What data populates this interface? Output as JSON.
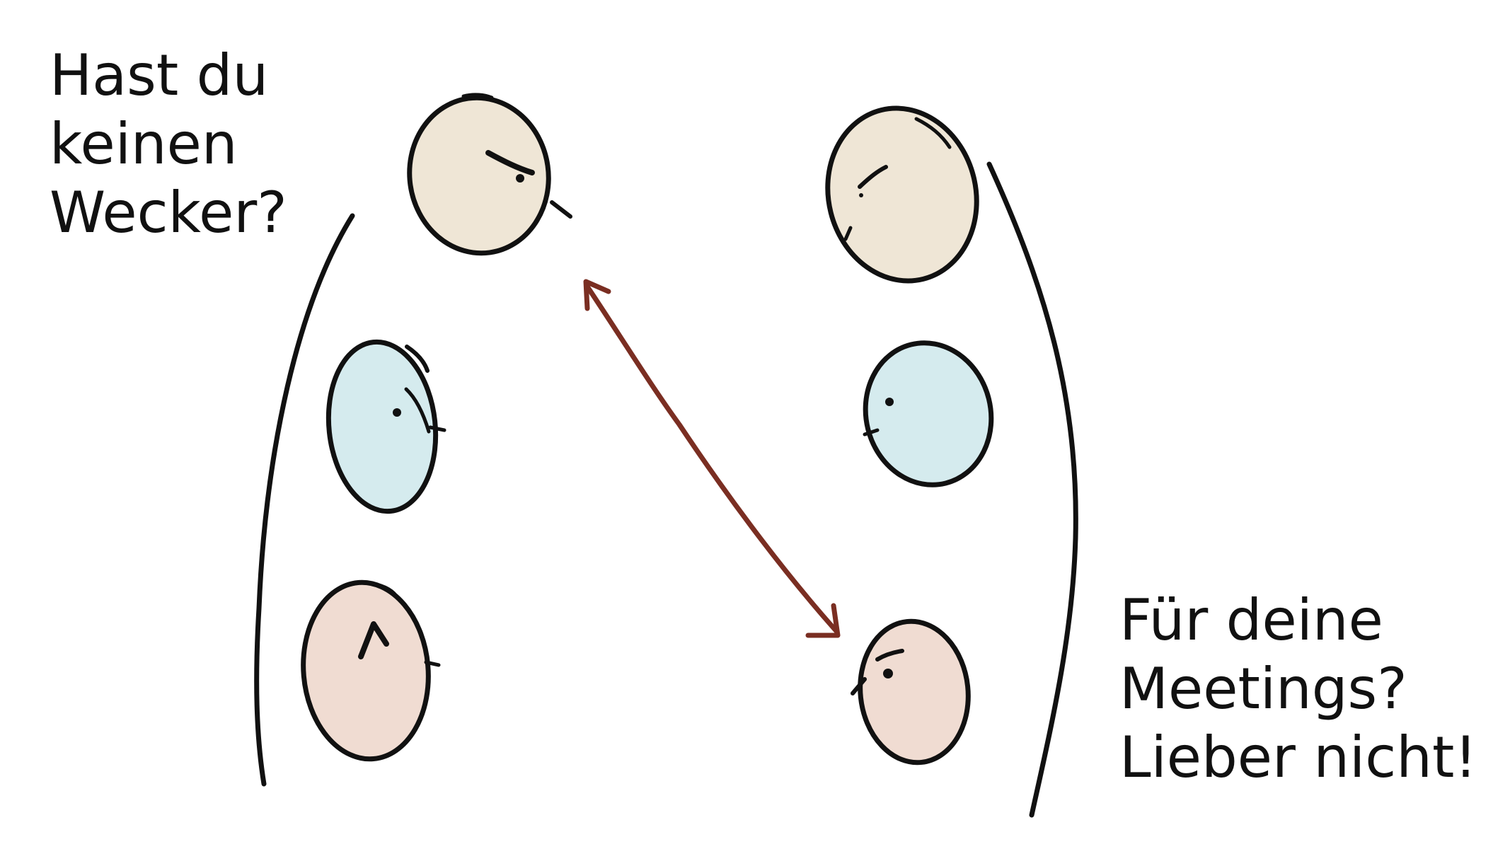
{
  "colors": {
    "outline": "#111111",
    "background": "#ffffff",
    "arrow": "#7a2e22",
    "face_beige": "#efe6d6",
    "face_blue": "#d5ebee",
    "face_pink": "#f0dcd2"
  },
  "left_caption": {
    "line1": "Hast du",
    "line2": "keinen",
    "line3": "Wecker?"
  },
  "right_caption": {
    "line1": "Für deine",
    "line2": "Meetings?",
    "line3": "Lieber nicht!"
  },
  "groups": [
    {
      "name": "left-group",
      "faces": [
        {
          "color": "beige",
          "facing": "right"
        },
        {
          "color": "blue",
          "facing": "right"
        },
        {
          "color": "pink",
          "facing": "right"
        }
      ]
    },
    {
      "name": "right-group",
      "faces": [
        {
          "color": "beige",
          "facing": "left"
        },
        {
          "color": "blue",
          "facing": "left"
        },
        {
          "color": "pink",
          "facing": "left"
        }
      ]
    }
  ],
  "connector": {
    "type": "double-headed-arrow",
    "from": "left-group beige face",
    "to": "right-group pink face"
  }
}
